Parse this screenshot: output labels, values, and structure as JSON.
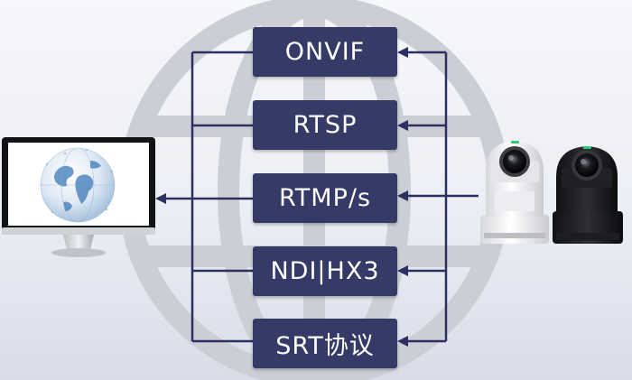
{
  "colors": {
    "box_fill": "#353a66",
    "line": "#2b3060",
    "globe_watermark": "#ccced6",
    "background_top": "#f6f7fb",
    "background_bottom": "#d9dbe9"
  },
  "protocols": [
    {
      "label": "ONVIF"
    },
    {
      "label": "RTSP"
    },
    {
      "label": "RTMP/s"
    },
    {
      "label": "NDI|HX3"
    },
    {
      "label": "SRT协议"
    }
  ],
  "devices": {
    "monitor_icon": "monitor-with-globe-icon",
    "camera_white_icon": "ptz-camera-white-icon",
    "camera_black_icon": "ptz-camera-black-icon",
    "watermark_icon": "globe-icon"
  }
}
